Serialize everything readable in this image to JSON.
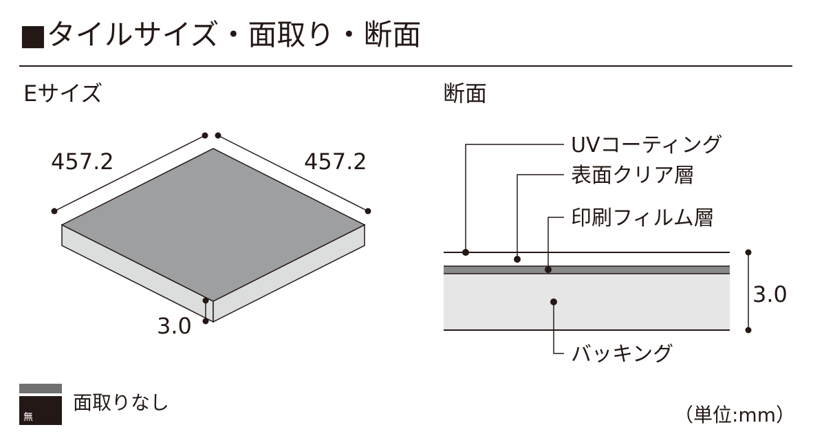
{
  "header": {
    "title": "■タイルサイズ・面取り・断面"
  },
  "size_panel": {
    "label": "Eサイズ",
    "dim_left": "457.2",
    "dim_right": "457.2",
    "dim_thickness": "3.0"
  },
  "section_panel": {
    "label": "断面",
    "layers": [
      "UVコーティング",
      "表面クリア層",
      "印刷フィルム層",
      "バッキング"
    ],
    "dim_thickness": "3.0"
  },
  "legend": {
    "badge_text": "無",
    "text": "面取りなし"
  },
  "unit_note": "（単位:mm）",
  "colors": {
    "tile_top": "#9e9fa1",
    "tile_side": "#dcdddd",
    "print_film": "#898989",
    "backing": "#e6e6e6",
    "badge_bar": "#707070",
    "badge_box": "#231815",
    "line": "#231815"
  }
}
